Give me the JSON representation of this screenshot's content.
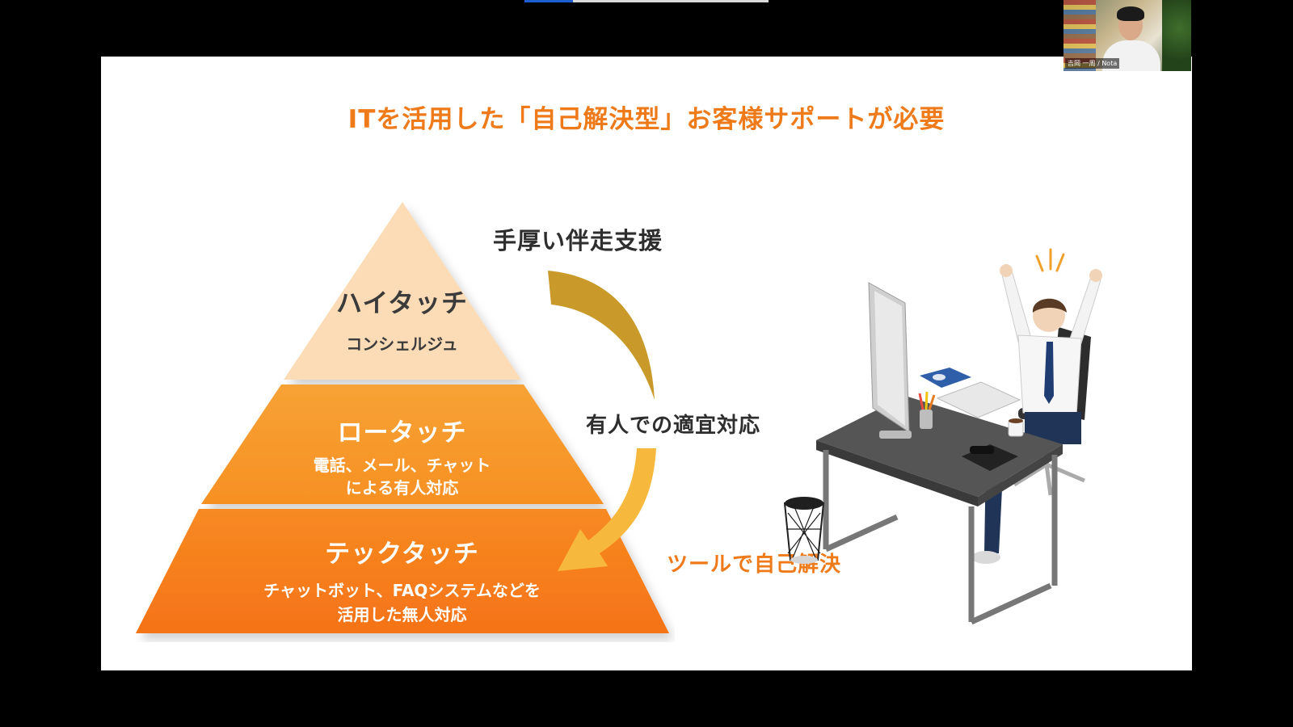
{
  "slide": {
    "title": "ITを活用した「自己解決型」お客様サポートが必要",
    "pyramid": {
      "high_touch": {
        "title": "ハイタッチ",
        "sub": "コンシェルジュ"
      },
      "low_touch": {
        "title": "ロータッチ",
        "sub_line1": "電話、メール、チャット",
        "sub_line2": "による有人対応"
      },
      "tech_touch": {
        "title": "テックタッチ",
        "sub_line1": "チャットボット、FAQシステムなどを",
        "sub_line2": "活用した無人対応"
      }
    },
    "labels": {
      "hands_on": "手厚い伴走支援",
      "manned": "有人での適宜対応",
      "self_resolve": "ツールで自己解決"
    },
    "colors": {
      "title": "#ef7a1a",
      "high": "#fcdcb6",
      "low": "#f8982c",
      "tech": "#f57a1d",
      "arrow_top": "#c99a2a",
      "arrow_bottom": "#f7b93d"
    }
  },
  "video_tile": {
    "name": "吉岡 一周 / Nota"
  }
}
